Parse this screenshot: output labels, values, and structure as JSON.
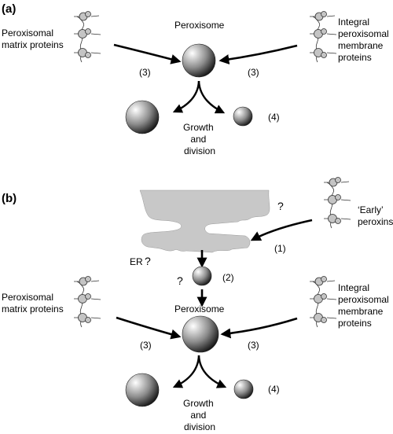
{
  "panel_a": {
    "label": "(a)",
    "peroxisome_label": "Peroxisome",
    "left_label": [
      "Peroxisomal",
      "matrix proteins"
    ],
    "right_label": [
      "Integral",
      "peroxisomal",
      "membrane",
      "proteins"
    ],
    "step_left": "(3)",
    "step_right": "(3)",
    "step_growth": "(4)",
    "growth_label": [
      "Growth",
      "and",
      "division"
    ]
  },
  "panel_b": {
    "label": "(b)",
    "er_label": "ER",
    "er_question": "?",
    "early_label": [
      "‘Early’",
      "peroxins"
    ],
    "early_question": "?",
    "step_early": "(1)",
    "pre_question": "?",
    "step_pre": "(2)",
    "peroxisome_label": "Peroxisome",
    "left_label": [
      "Peroxisomal",
      "matrix proteins"
    ],
    "right_label": [
      "Integral",
      "peroxisomal",
      "membrane",
      "proteins"
    ],
    "step_left": "(3)",
    "step_right": "(3)",
    "step_growth": "(4)",
    "growth_label": [
      "Growth",
      "and",
      "division"
    ]
  }
}
